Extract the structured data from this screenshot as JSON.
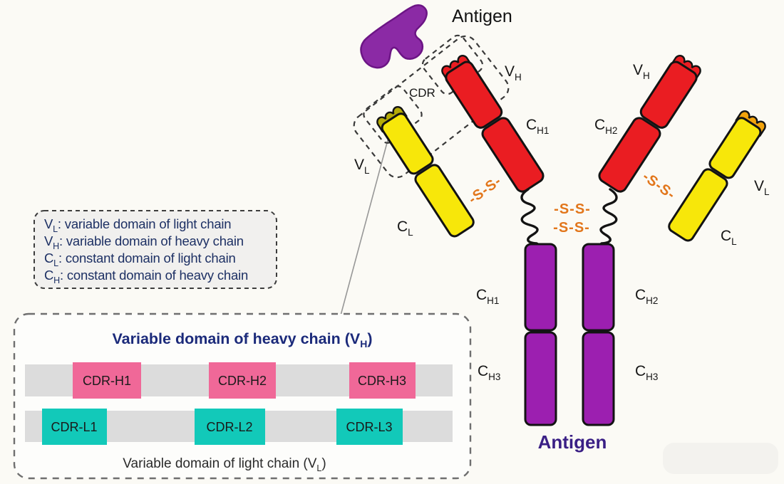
{
  "colors": {
    "red": "#ea1d22",
    "yellow": "#f7e70a",
    "purple": "#9c1fb0",
    "antigen_purple": "#8b2aa5",
    "antigen_outline": "#6c1585",
    "pink": "#f06898",
    "cyan": "#12c9b9",
    "orange": "#e2761b",
    "navy": "#1d3064",
    "title_navy": "#1b2a7a",
    "antigen_label_purple": "#3a1f85",
    "olive_crown": "#b5ab07",
    "orange_crown": "#f2a30b",
    "gray_track": "#dcdcdc"
  },
  "top": {
    "antigen_label": "Antigen"
  },
  "antibody": {
    "labels": {
      "cdr": "CDR",
      "vh_left": {
        "main": "V",
        "sub": "H"
      },
      "ch1_left": {
        "main": "C",
        "sub": "H1"
      },
      "vl_left": {
        "main": "V",
        "sub": "L"
      },
      "cl_left": {
        "main": "C",
        "sub": "L"
      },
      "vh_right": {
        "main": "V",
        "sub": "H"
      },
      "ch2_right": {
        "main": "C",
        "sub": "H2"
      },
      "vl_right": {
        "main": "V",
        "sub": "L"
      },
      "cl_right": {
        "main": "C",
        "sub": "L"
      },
      "ch1_stem": {
        "main": "C",
        "sub": "H1"
      },
      "ch2_stem": {
        "main": "C",
        "sub": "H2"
      },
      "ch3_stem_left": {
        "main": "C",
        "sub": "H3"
      },
      "ch3_stem_right": {
        "main": "C",
        "sub": "H3"
      },
      "ss": [
        "-S-S-",
        "-S-S-",
        "-S-S-",
        "-S-S-"
      ]
    },
    "bottom_label": "Antigen"
  },
  "legend": {
    "items": [
      {
        "pre": "V",
        "sub": "L",
        "rest": ": variable domain of light chain"
      },
      {
        "pre": "V",
        "sub": "H",
        "rest": ": variable domain of heavy chain"
      },
      {
        "pre": "C",
        "sub": "L",
        "rest": ": constant domain of light chain"
      },
      {
        "pre": "C",
        "sub": "H",
        "rest": ": constant domain of heavy chain"
      }
    ]
  },
  "detail": {
    "title": {
      "pre": "Variable domain of heavy chain (V",
      "sub": "H",
      "post": ")"
    },
    "heavy_cdrs": [
      "CDR-H1",
      "CDR-H2",
      "CDR-H3"
    ],
    "light_cdrs": [
      "CDR-L1",
      "CDR-L2",
      "CDR-L3"
    ],
    "footer": {
      "pre": "Variable domain of light chain (V",
      "sub": "L",
      "post": ")"
    }
  }
}
